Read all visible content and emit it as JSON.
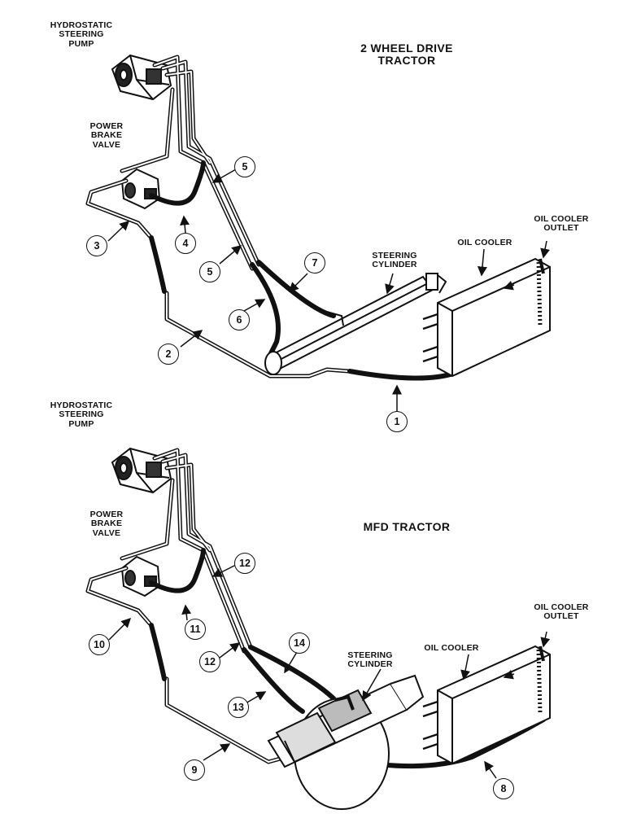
{
  "diagrams": [
    {
      "title": "2 WHEEL DRIVE\nTRACTOR",
      "labels": {
        "pump": "HYDROSTATIC\nSTEERING\nPUMP",
        "brake_valve": "POWER\nBRAKE\nVALVE",
        "steering_cylinder": "STEERING\nCYLINDER",
        "oil_cooler": "OIL COOLER",
        "oil_cooler_outlet": "OIL COOLER\nOUTLET"
      },
      "callouts": [
        "1",
        "2",
        "3",
        "4",
        "5",
        "5",
        "6",
        "7"
      ]
    },
    {
      "title": "MFD TRACTOR",
      "labels": {
        "pump": "HYDROSTATIC\nSTEERING\nPUMP",
        "brake_valve": "POWER\nBRAKE\nVALVE",
        "steering_cylinder": "STEERING\nCYLINDER",
        "oil_cooler": "OIL COOLER",
        "oil_cooler_outlet": "OIL COOLER\nOUTLET"
      },
      "callouts": [
        "8",
        "9",
        "10",
        "11",
        "12",
        "12",
        "13",
        "14"
      ]
    }
  ]
}
